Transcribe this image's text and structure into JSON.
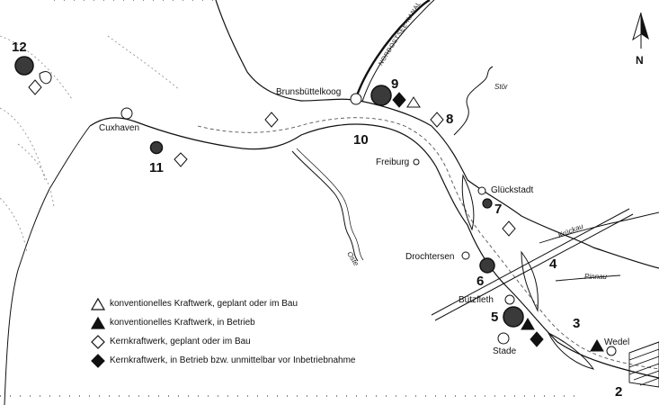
{
  "places": {
    "brunsbuettelkoog": "Brunsbüttelkoog",
    "cuxhaven": "Cuxhaven",
    "freiburg": "Freiburg",
    "glueckstadt": "Glückstadt",
    "drochtersen": "Drochtersen",
    "buetzfleth": "Bützfleth",
    "stade": "Stade",
    "wedel": "Wedel"
  },
  "rivers": {
    "stoer": "Stör",
    "krueckau": "Krückau",
    "pinnau": "Pinnau",
    "oste": "Oste"
  },
  "canal": "NORDOSTSEE-KANAL",
  "site_numbers": [
    "2",
    "3",
    "4",
    "5",
    "6",
    "7",
    "8",
    "9",
    "10",
    "11",
    "12"
  ],
  "north_label": "N",
  "legend": {
    "items": [
      {
        "symbol": "triangle-open",
        "label": "konventionelles Kraftwerk, geplant oder im Bau"
      },
      {
        "symbol": "triangle-filled",
        "label": "konventionelles Kraftwerk, in Betrieb"
      },
      {
        "symbol": "diamond-open",
        "label": "Kernkraftwerk, geplant oder im Bau"
      },
      {
        "symbol": "diamond-filled",
        "label": "Kernkraftwerk, in Betrieb bzw. unmittelbar vor Inbetriebnahme"
      }
    ]
  },
  "colors": {
    "ink": "#111111",
    "site_fill": "#3a3a3a",
    "paper": "#ffffff"
  }
}
